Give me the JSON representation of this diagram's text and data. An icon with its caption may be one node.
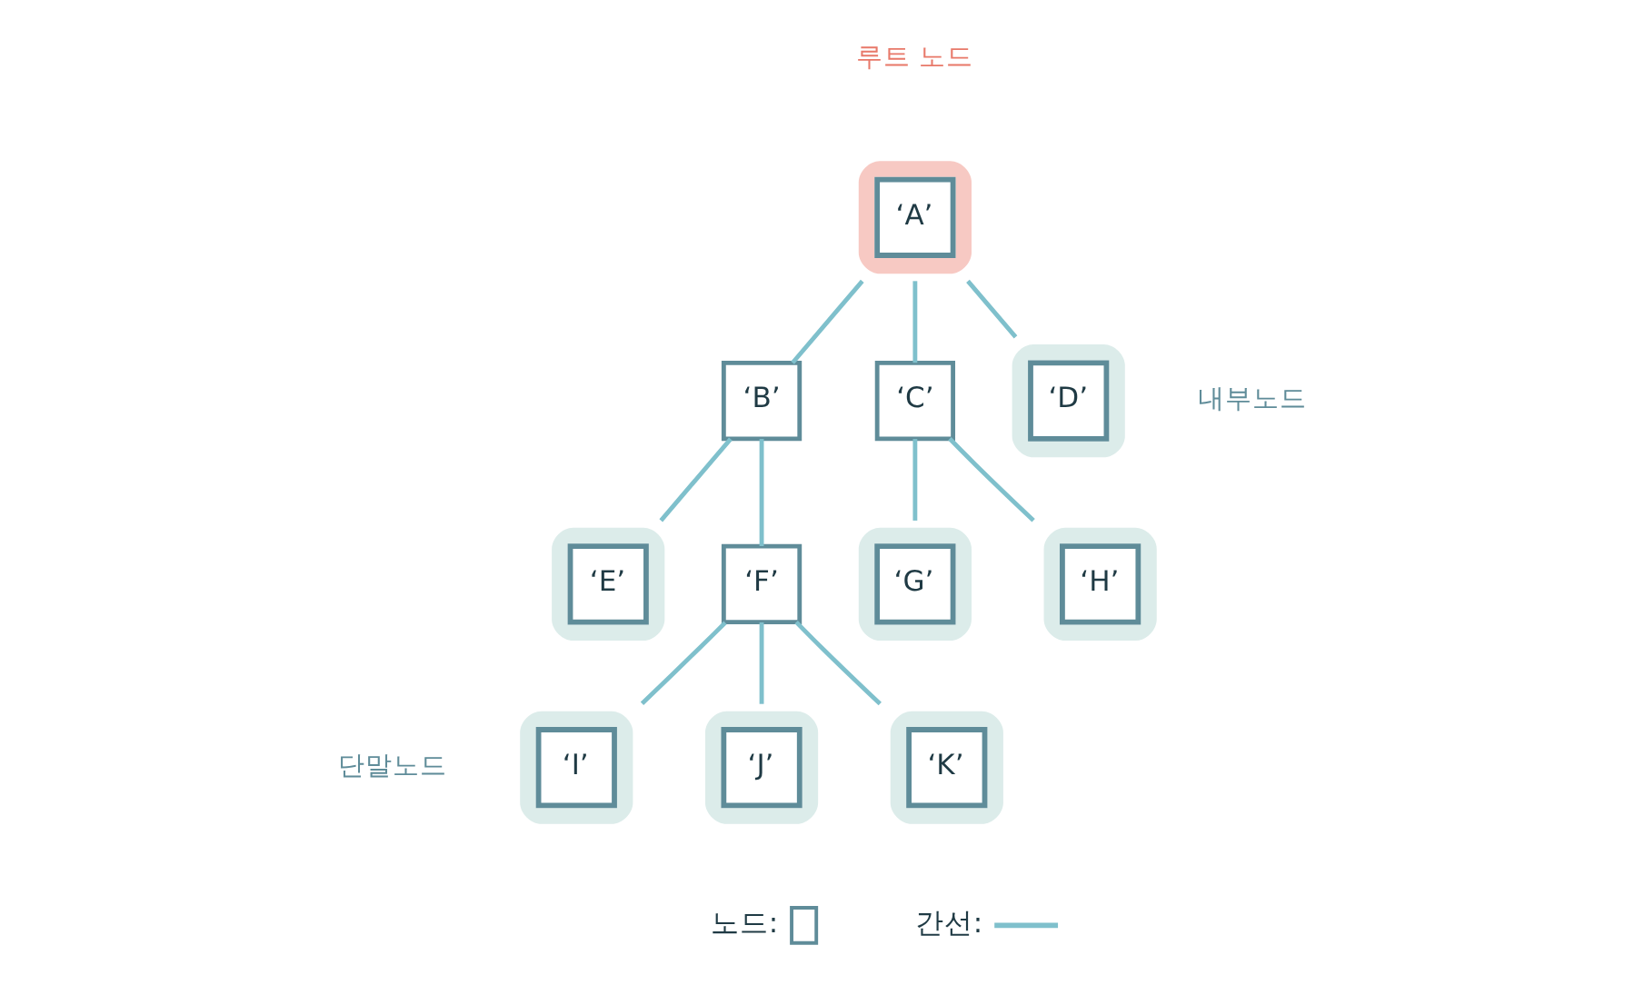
{
  "diagram": {
    "nodes": [
      {
        "text": [
          "‘A’"
        ]
      },
      {
        "text": [
          "‘B’"
        ]
      },
      {
        "text": [
          "‘C’"
        ]
      },
      {
        "text": [
          "‘D’"
        ]
      },
      {
        "text": [
          "‘E’"
        ]
      },
      {
        "text": [
          "‘F’"
        ]
      },
      {
        "text": [
          "‘G’"
        ]
      },
      {
        "text": [
          "‘H’"
        ]
      },
      {
        "text": [
          "‘I’"
        ]
      },
      {
        "text": [
          "‘J’"
        ]
      },
      {
        "text": [
          "‘K’"
        ]
      }
    ],
    "edges": [
      {
        "from": 0,
        "to": 1,
        "arrow": "none"
      },
      {
        "from": 0,
        "to": 2,
        "arrow": "none"
      },
      {
        "from": 0,
        "to": 3,
        "arrow": "none"
      },
      {
        "from": 1,
        "to": 4,
        "arrow": "none"
      },
      {
        "from": 1,
        "to": 5,
        "arrow": "none"
      },
      {
        "from": 2,
        "to": 6,
        "arrow": "none"
      },
      {
        "from": 2,
        "to": 7,
        "arrow": "none"
      },
      {
        "from": 5,
        "to": 8,
        "arrow": "none"
      },
      {
        "from": 5,
        "to": 9,
        "arrow": "none"
      },
      {
        "from": 5,
        "to": 10,
        "arrow": "none"
      }
    ],
    "labels": [
      "루트 노드",
      "내부노드",
      "단말노드"
    ],
    "legend": [
      {
        "text": "노드:"
      },
      {
        "text": "간선:"
      }
    ]
  }
}
